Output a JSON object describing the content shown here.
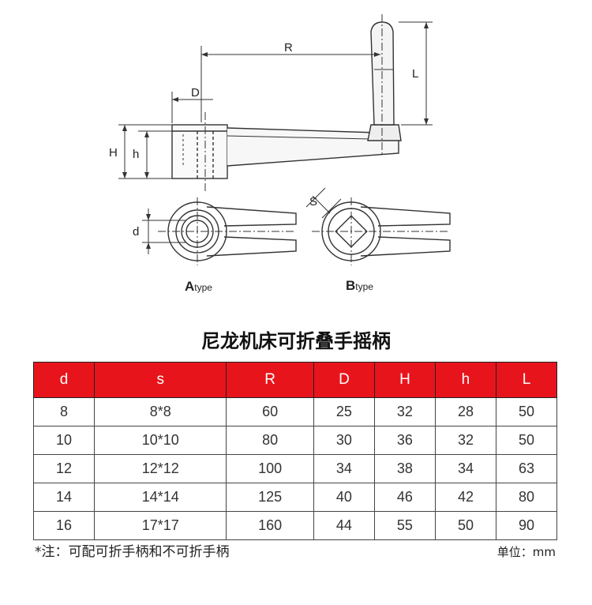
{
  "diagram": {
    "labels": {
      "R": "R",
      "D": "D",
      "L": "L",
      "H": "H",
      "h": "h",
      "d": "d",
      "S": "S"
    },
    "types": [
      {
        "letter": "A",
        "suffix": "type"
      },
      {
        "letter": "B",
        "suffix": "type"
      }
    ]
  },
  "title": "尼龙机床可折叠手摇柄",
  "table": {
    "headers": [
      "d",
      "s",
      "R",
      "D",
      "H",
      "h",
      "L"
    ],
    "rows": [
      [
        "8",
        "8*8",
        "60",
        "25",
        "32",
        "28",
        "50"
      ],
      [
        "10",
        "10*10",
        "80",
        "30",
        "36",
        "32",
        "50"
      ],
      [
        "12",
        "12*12",
        "100",
        "34",
        "38",
        "34",
        "63"
      ],
      [
        "14",
        "14*14",
        "125",
        "40",
        "46",
        "42",
        "80"
      ],
      [
        "16",
        "17*17",
        "160",
        "44",
        "55",
        "50",
        "90"
      ]
    ]
  },
  "note": "*注：可配可折手柄和不可折手柄",
  "unit": "单位：mm",
  "colors": {
    "header_bg": "#e8141c",
    "header_text": "#ffffff"
  }
}
